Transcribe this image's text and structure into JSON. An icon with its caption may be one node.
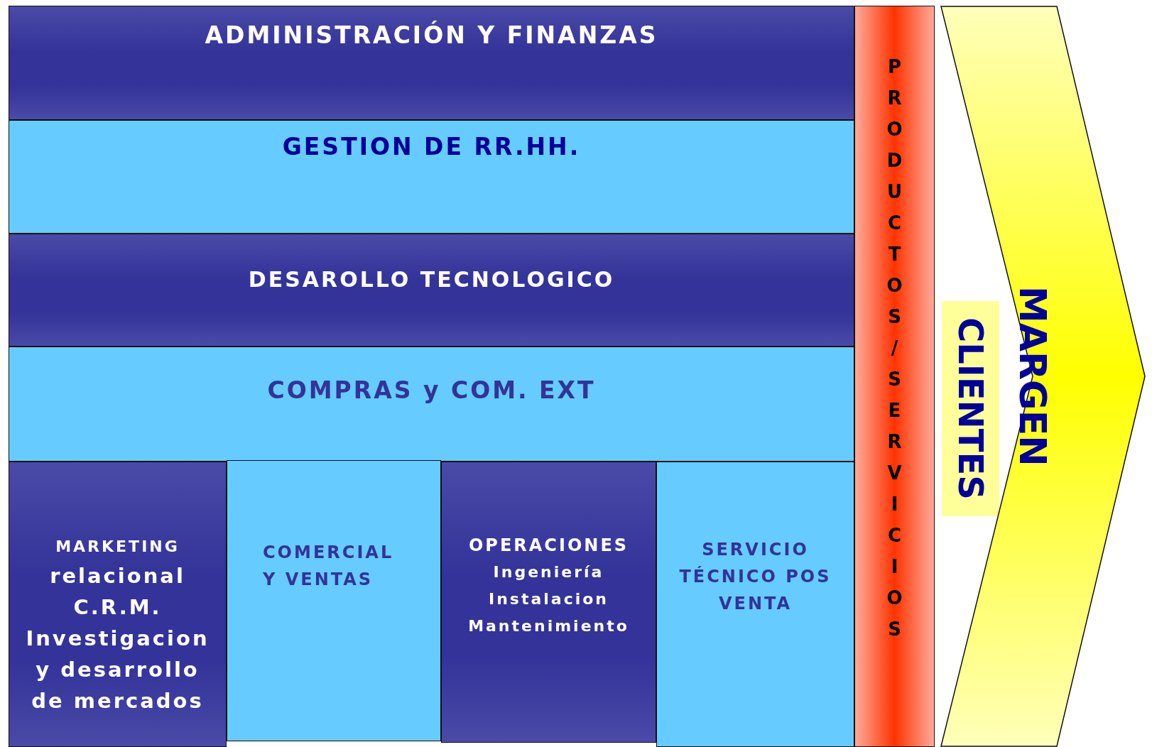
{
  "diagram": {
    "nodes": [
      {
        "text": [
          "ADMINISTRACIÓN Y FINANZAS"
        ]
      },
      {
        "text": [
          "GESTION DE RR.HH."
        ]
      },
      {
        "text": [
          "DESAROLLO TECNOLOGICO"
        ]
      },
      {
        "text": [
          "COMPRAS y COM. EXT"
        ]
      },
      {
        "text": [
          "MARKETING",
          "relacional",
          "C.R.M.",
          "Investigacion y desarrollo de mercados"
        ]
      },
      {
        "text": [
          "COMERCIAL Y VENTAS"
        ]
      },
      {
        "text": [
          "OPERACIONES",
          "Ingeniería",
          "Instalacion",
          "Mantenimiento"
        ]
      },
      {
        "text": [
          "SERVICIO TÉCNICO POS VENTA"
        ]
      },
      {
        "text": [
          "PRODUCTOS/SERVICIOS"
        ]
      },
      {
        "text": [
          "CLIENTES"
        ]
      },
      {
        "text": [
          "MARGEN"
        ]
      }
    ],
    "edges": []
  }
}
